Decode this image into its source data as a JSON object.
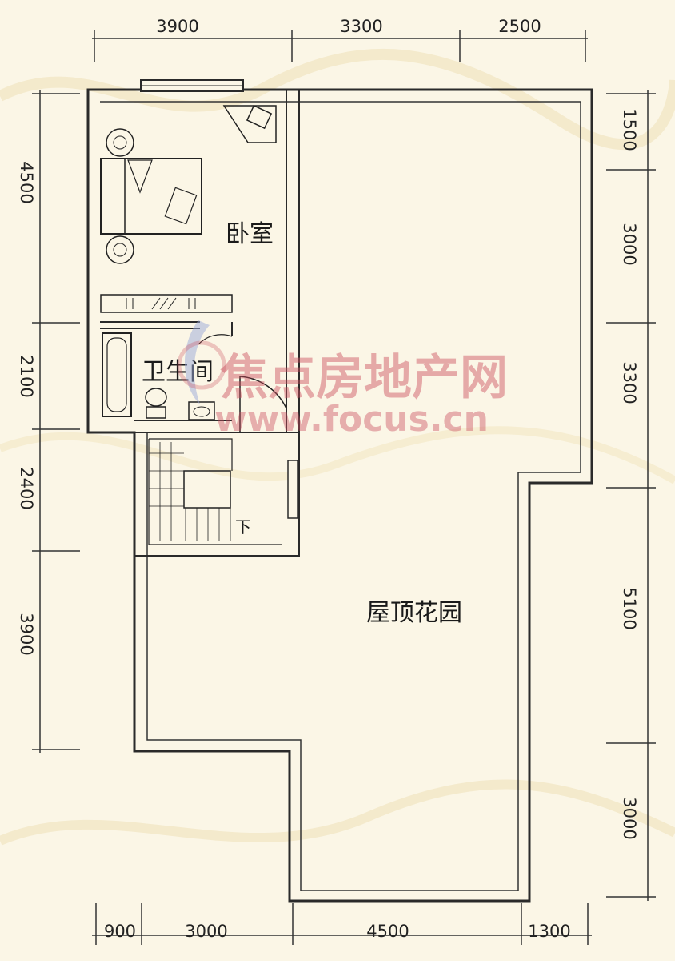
{
  "dimensions": {
    "top": [
      "3900",
      "3300",
      "2500"
    ],
    "bottom": [
      "900",
      "3000",
      "4500",
      "1300"
    ],
    "left": [
      "4500",
      "2100",
      "2400",
      "3900"
    ],
    "right": [
      "1500",
      "3000",
      "3300",
      "5100",
      "3000"
    ]
  },
  "rooms": {
    "bedroom": "卧室",
    "bathroom": "卫生间",
    "roof_garden": "屋顶花园",
    "stair_down": "下"
  },
  "watermark": {
    "chinese": "焦点房地产网",
    "url": "www.focus.cn"
  },
  "colors": {
    "background": "#fbf6e6",
    "wall": "#2a2a2a",
    "watermark": "#c94b5c"
  }
}
